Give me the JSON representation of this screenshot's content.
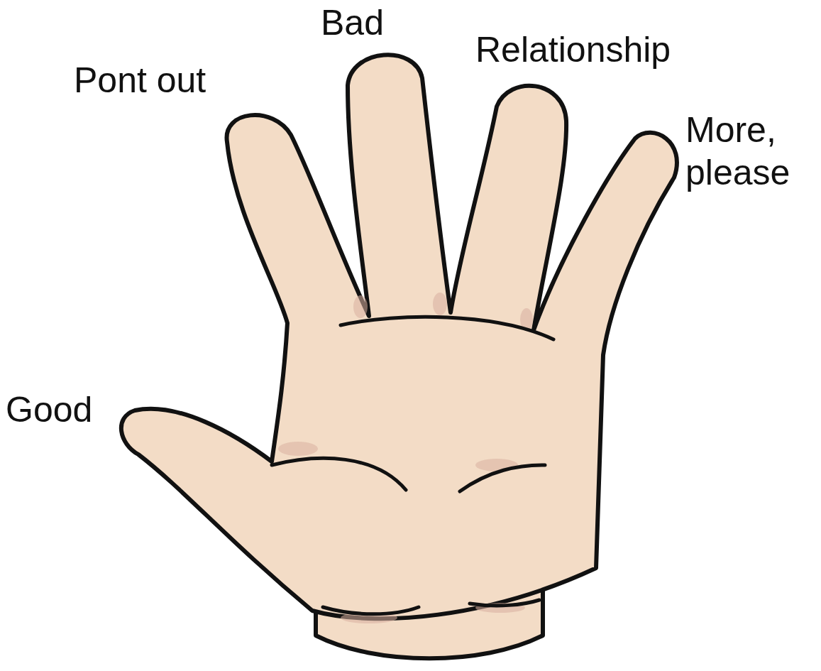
{
  "diagram": {
    "labels": [
      "Good",
      "Pont out",
      "Bad",
      "Relationship",
      "More, please"
    ]
  }
}
